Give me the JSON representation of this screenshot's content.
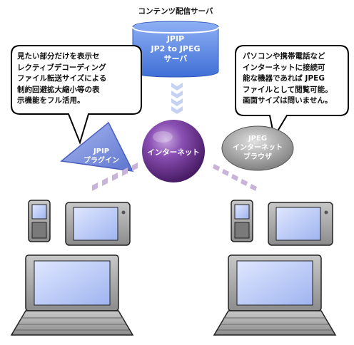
{
  "server": {
    "caption": "コンテンツ配信サーバ",
    "lines": [
      "JPIP",
      "JP2 to JPEG",
      "サーバ"
    ]
  },
  "internet": {
    "label": "インターネット"
  },
  "plugin": {
    "lines": [
      "JPIP",
      "プラグイン"
    ]
  },
  "browser": {
    "lines": [
      "JPEG",
      "インターネット",
      "ブラウザ"
    ]
  },
  "left_bubble": {
    "lines": [
      "見たい部分だけを表示セ",
      "レクティブデコーディング",
      "ファイル転送サイズによる",
      "制約回避拡大縮小等の表",
      "示機能をフル活用。"
    ]
  },
  "right_bubble": {
    "lines": [
      "パソコンや携帯電話など",
      "インターネットに接続可",
      "能な機器であれば JPEG",
      "ファイルとして閲覧可能。",
      "画面サイズは問いません。"
    ]
  },
  "colors": {
    "server_blue": "#4f7fe0",
    "internet_purple": "#6a2c8f",
    "plugin_blue": "#6f86d8",
    "browser_gray": "#8a8a8a",
    "device_gray": "#9a9a9a",
    "screen_blue": "#b9c8f5"
  }
}
